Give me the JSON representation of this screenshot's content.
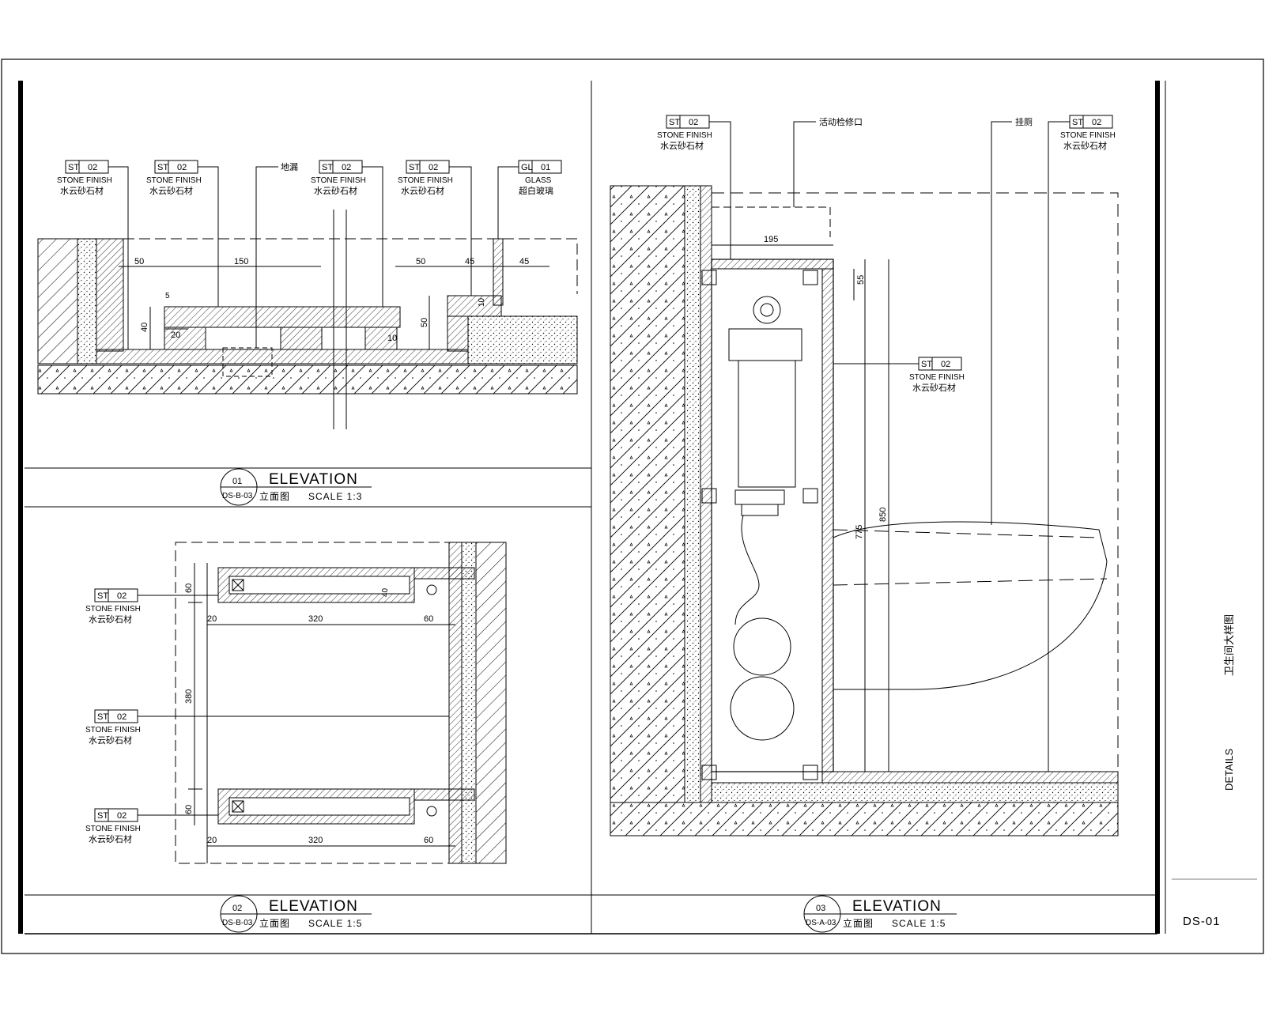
{
  "sheet": {
    "vertical_title_cn": "卫生间大样图",
    "vertical_title_en": "DETAILS",
    "sheet_number": "DS-01"
  },
  "tag_st": {
    "code": "ST",
    "num": "02",
    "line1": "STONE FINISH",
    "line2": "水云砂石材"
  },
  "tag_gl": {
    "code": "GL",
    "num": "01",
    "line1": "GLASS",
    "line2": "超白玻璃"
  },
  "notes": {
    "drain": "地漏",
    "access": "活动检修口",
    "toilet": "挂厕"
  },
  "views": [
    {
      "num": "01",
      "ref": "DS-B-03",
      "title": "ELEVATION",
      "cn": "立面图",
      "scale": "SCALE 1:3"
    },
    {
      "num": "02",
      "ref": "DS-B-03",
      "title": "ELEVATION",
      "cn": "立面图",
      "scale": "SCALE 1:5"
    },
    {
      "num": "03",
      "ref": "DS-A-03",
      "title": "ELEVATION",
      "cn": "立面图",
      "scale": "SCALE 1:5"
    }
  ],
  "dims": {
    "v1": {
      "a": "50",
      "b": "150",
      "c": "50",
      "d": "45",
      "e": "45",
      "f": "40",
      "g": "20",
      "h": "10",
      "i": "50",
      "j": "5",
      "k": "10"
    },
    "v2": {
      "a": "60",
      "b": "40",
      "c": "20",
      "d": "320",
      "e": "60",
      "f": "380",
      "g": "60",
      "h": "20",
      "i": "320",
      "j": "60"
    },
    "v3": {
      "a": "195",
      "b": "55",
      "c": "850",
      "d": "775"
    }
  }
}
